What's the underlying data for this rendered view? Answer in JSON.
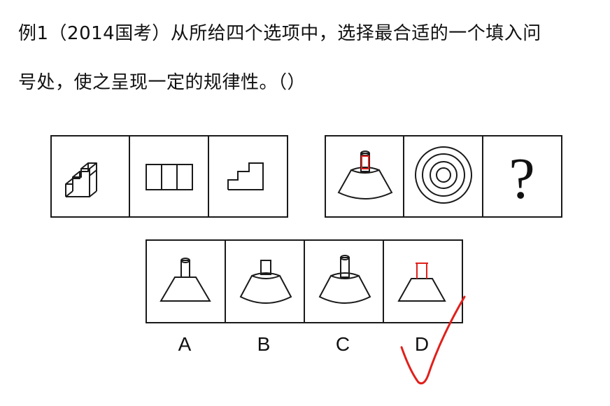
{
  "question": {
    "line1": "例1（2014国考）从所给四个选项中，选择最合适的一个填入问",
    "line2": "号处，使之呈现一定的规律性。（）"
  },
  "row1_group_a": [
    "stepped-block-3d-icon",
    "three-rectangles-view-icon",
    "staircase-profile-view-icon"
  ],
  "row1_group_b": [
    "cylinder-on-frustum-icon",
    "concentric-circles-icon",
    "question-mark-cell"
  ],
  "question_mark": "?",
  "options": [
    {
      "label": "A",
      "figure": "cylinder-on-trapezoid-icon"
    },
    {
      "label": "B",
      "figure": "short-cylinder-on-curved-frustum-icon"
    },
    {
      "label": "C",
      "figure": "tall-cylinder-on-curved-frustum-icon"
    },
    {
      "label": "D",
      "figure": "block-on-trapezoid-icon"
    }
  ],
  "annotation": {
    "mark": "checkmark",
    "color": "#e0201b",
    "answer": "D"
  },
  "colors": {
    "stroke": "#1a1a1a",
    "annotation": "#e0201b"
  }
}
